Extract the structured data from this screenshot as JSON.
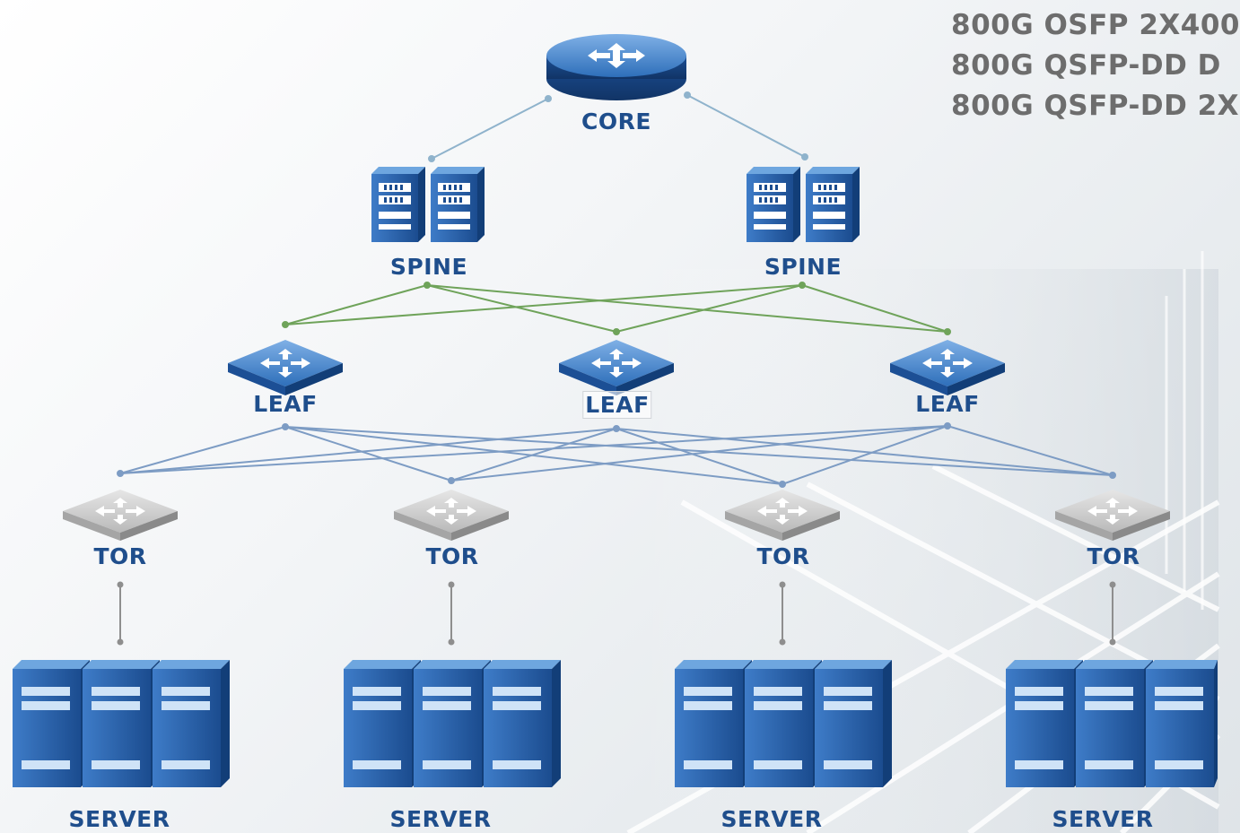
{
  "legend": {
    "items": [
      "800G OSFP 2X400",
      "800G QSFP-DD D",
      "800G QSFP-DD 2X"
    ]
  },
  "tiers": {
    "core": {
      "label": "CORE"
    },
    "spine": [
      {
        "label": "SPINE"
      },
      {
        "label": "SPINE"
      }
    ],
    "leaf": [
      {
        "label": "LEAF"
      },
      {
        "label": "LEAF"
      },
      {
        "label": "LEAF"
      }
    ],
    "tor": [
      {
        "label": "TOR"
      },
      {
        "label": "TOR"
      },
      {
        "label": "TOR"
      },
      {
        "label": "TOR"
      }
    ],
    "server": [
      {
        "label": "SERVER"
      },
      {
        "label": "SERVER"
      },
      {
        "label": "SERVER"
      },
      {
        "label": "SERVER"
      }
    ]
  },
  "colors": {
    "label": "#1f4e8c",
    "device_blue": "#1d5aa6",
    "spine_leaf_link": "#6fa35a",
    "leaf_tor_link": "#7d9cc4",
    "core_spine_link": "#8fb3cc",
    "tor_server_link": "#8e8e8e",
    "tor_switch": "#c9c9c9",
    "legend_text": "#6d6d6d"
  },
  "icons": {
    "core": "router-icon",
    "spine": "rack-switch-icon",
    "leaf": "switch-icon",
    "tor": "tor-switch-icon",
    "server": "server-rack-icon"
  }
}
